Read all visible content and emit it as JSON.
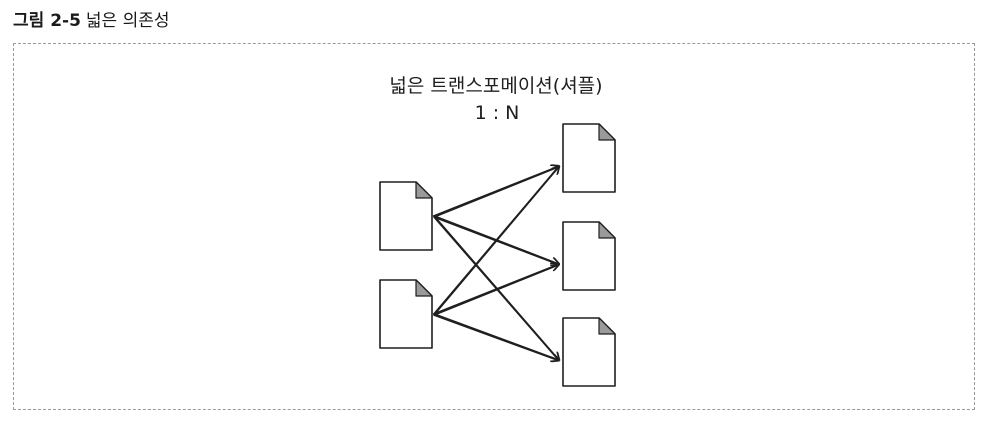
{
  "figure": {
    "number": "그림 2-5",
    "title": "넓은 의존성"
  },
  "diagram": {
    "heading": "넓은 트랜스포메이션(셔플)",
    "ratio": "1 : N",
    "source_documents": [
      "doc",
      "doc"
    ],
    "target_documents": [
      "doc",
      "doc",
      "doc"
    ],
    "stroke_color": "#1f1f1f",
    "fold_color": "#9a9a9a"
  }
}
